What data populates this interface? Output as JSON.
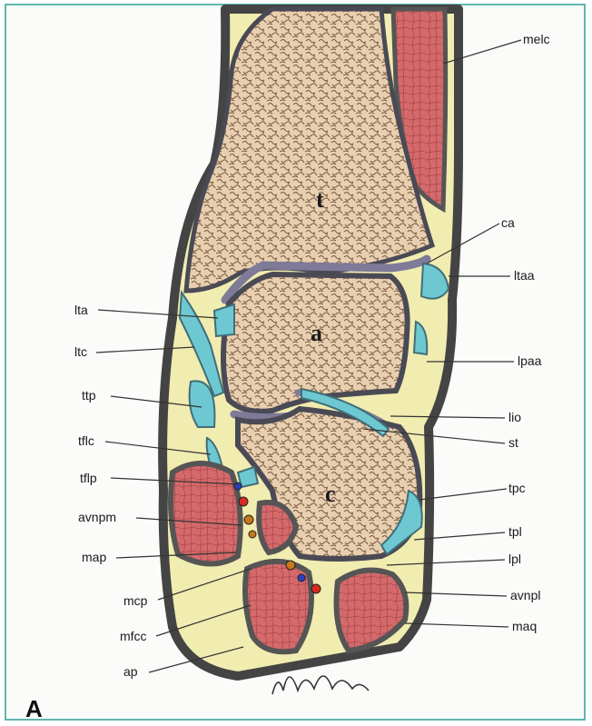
{
  "figure": {
    "panel_label": "A",
    "colors": {
      "frame": "#5fb7ae",
      "bone_fill": "#e8cfb0",
      "bone_texture": "#7a5a42",
      "cartilage": "#7f7a98",
      "fat": "#f1ecb0",
      "ligament": "#6ec8d2",
      "muscle": "#d56a6c",
      "skin": "#444444",
      "artery": "#d82a20",
      "vein": "#2a3fbf",
      "nerve": "#c8781e"
    },
    "bone_labels": {
      "tibia": "t",
      "talus": "a",
      "calcaneus": "c"
    },
    "labels_left": [
      {
        "key": "lta",
        "text": "lta"
      },
      {
        "key": "ltc",
        "text": "ltc"
      },
      {
        "key": "ttp",
        "text": "ttp"
      },
      {
        "key": "tflc",
        "text": "tflc"
      },
      {
        "key": "tflp",
        "text": "tflp"
      },
      {
        "key": "avnpm",
        "text": "avnpm"
      },
      {
        "key": "map",
        "text": "map"
      },
      {
        "key": "mcp",
        "text": "mcp"
      },
      {
        "key": "mfcc",
        "text": "mfcc"
      },
      {
        "key": "ap",
        "text": "ap"
      }
    ],
    "labels_right": [
      {
        "key": "melc",
        "text": "melc"
      },
      {
        "key": "ca",
        "text": "ca"
      },
      {
        "key": "ltaa",
        "text": "ltaa"
      },
      {
        "key": "lpaa",
        "text": "lpaa"
      },
      {
        "key": "lio",
        "text": "lio"
      },
      {
        "key": "st",
        "text": "st"
      },
      {
        "key": "tpc",
        "text": "tpc"
      },
      {
        "key": "tpl",
        "text": "tpl"
      },
      {
        "key": "lpl",
        "text": "lpl"
      },
      {
        "key": "avnpl",
        "text": "avnpl"
      },
      {
        "key": "maq",
        "text": "maq"
      }
    ]
  }
}
